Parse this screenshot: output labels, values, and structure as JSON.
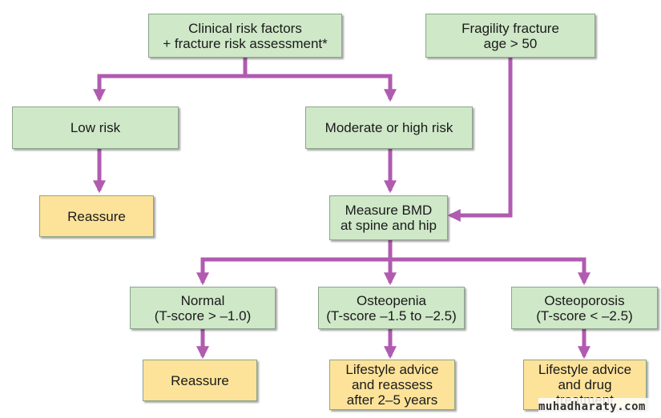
{
  "colors": {
    "connector": "#b05bb0",
    "green_box": "#cfe8c8",
    "yellow_box": "#fde39a"
  },
  "nodes": {
    "clinical": {
      "line1": "Clinical risk factors",
      "line2": "+ fracture risk assessment*"
    },
    "fragility": {
      "line1": "Fragility fracture",
      "line2": "age > 50"
    },
    "low_risk": {
      "line1": "Low risk"
    },
    "mod_high_risk": {
      "line1": "Moderate or high risk"
    },
    "reassure_top": {
      "line1": "Reassure"
    },
    "measure_bmd": {
      "line1": "Measure BMD",
      "line2": "at spine and hip"
    },
    "normal": {
      "line1": "Normal",
      "line2": "(T-score > –1.0)"
    },
    "osteopenia": {
      "line1": "Osteopenia",
      "line2": "(T-score –1.5 to –2.5)"
    },
    "osteoporosis": {
      "line1": "Osteoporosis",
      "line2": "(T-score < –2.5)"
    },
    "reassure_bottom": {
      "line1": "Reassure"
    },
    "lifestyle_reassess": {
      "line1": "Lifestyle advice",
      "line2": "and reassess",
      "line3": "after 2–5 years"
    },
    "lifestyle_drug": {
      "line1": "Lifestyle advice",
      "line2": "and drug",
      "line3": "treatment"
    }
  },
  "watermark": "muhadharaty.com"
}
